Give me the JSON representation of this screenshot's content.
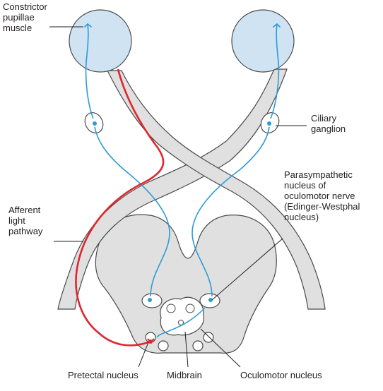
{
  "labels": {
    "constrictor": "Constrictor\npupillae\nmuscle",
    "ciliary": "Ciliary\nganglion",
    "parasympathetic": "Parasympathetic\nnucleus of\noculomotor nerve\n(Edinger-Westphal\nnucleus)",
    "afferent": "Afferent\nlight\npathway",
    "pretectal": "Pretectal nucleus",
    "midbrain": "Midbrain",
    "oculomotor": "Oculomotor nucleus"
  },
  "colors": {
    "eyeball": "#cfe3f3",
    "tract": "#e0e0e0",
    "midbrain": "#e0e0e0",
    "outline": "#4a4a4a",
    "efferent": "#2d9bd6",
    "afferent": "#e0262e"
  }
}
